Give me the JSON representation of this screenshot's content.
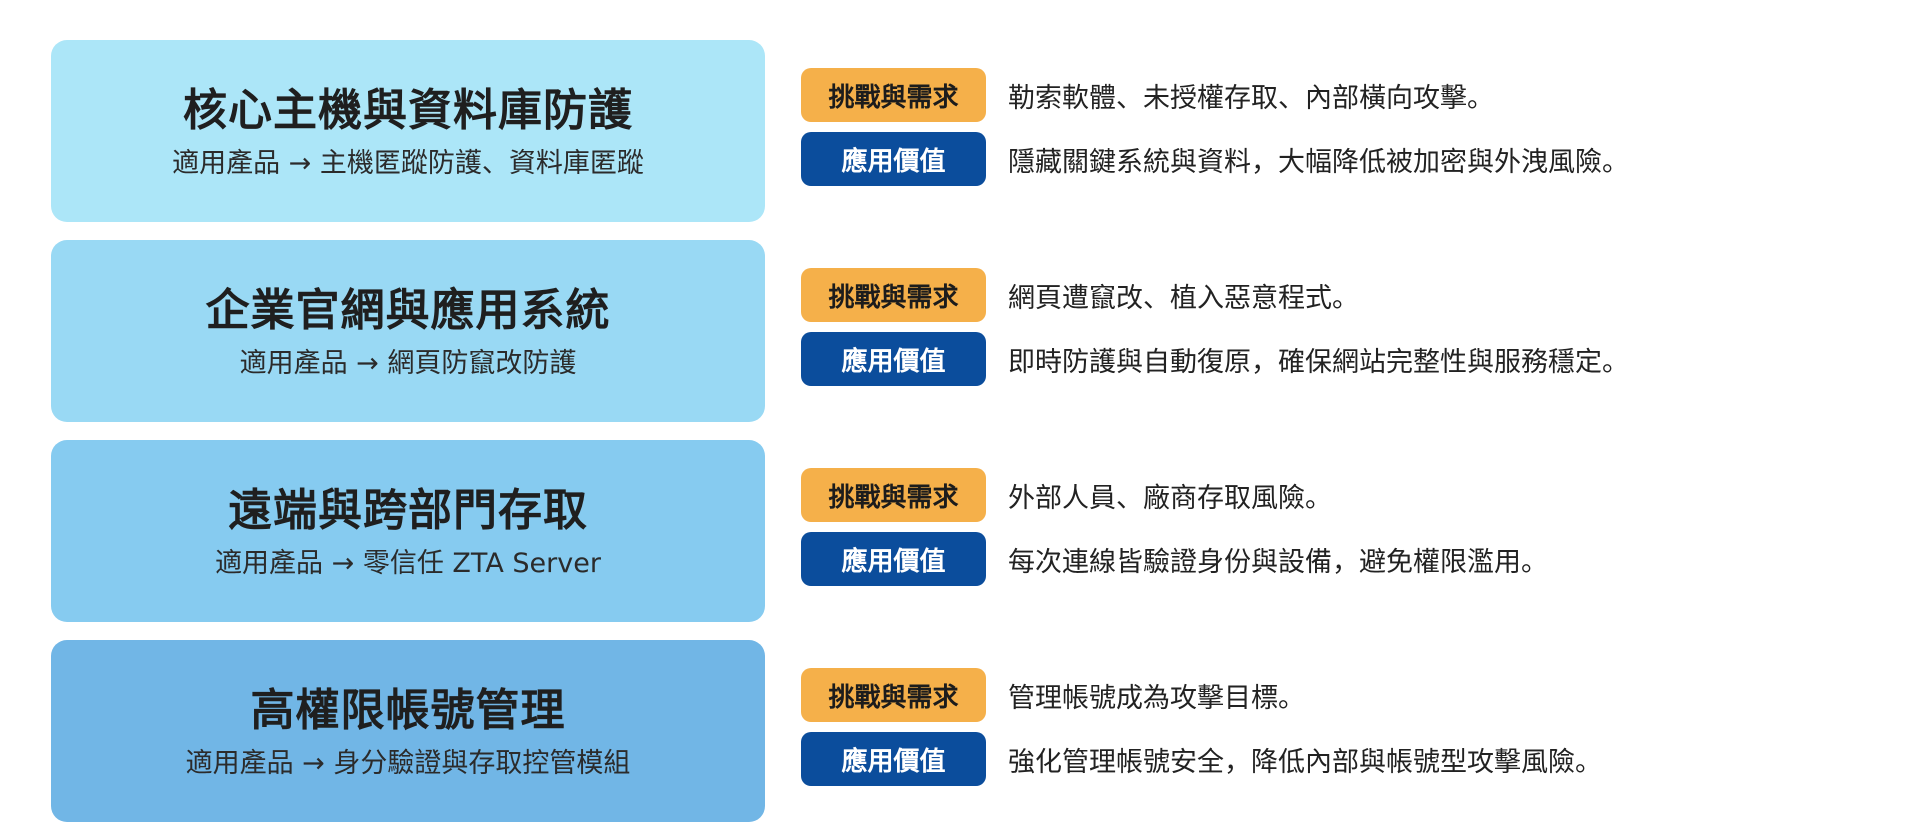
{
  "colors": {
    "card_1": "#ace6f8",
    "card_2": "#99d9f4",
    "card_3": "#86cbf0",
    "card_4": "#71b6e6",
    "challenge_badge": "#f5b04a",
    "value_badge": "#0b4d9c"
  },
  "labels": {
    "challenge": "挑戰與需求",
    "value": "應用價值"
  },
  "rows": [
    {
      "title": "核心主機與資料庫防護",
      "subtitle": "適用產品 → 主機匿蹤防護、資料庫匿蹤",
      "challenge": "勒索軟體、未授權存取、內部橫向攻擊。",
      "value": "隱藏關鍵系統與資料，大幅降低被加密與外洩風險。"
    },
    {
      "title": "企業官網與應用系統",
      "subtitle": "適用產品 → 網頁防竄改防護",
      "challenge": "網頁遭竄改、植入惡意程式。",
      "value": "即時防護與自動復原，確保網站完整性與服務穩定。"
    },
    {
      "title": "遠端與跨部門存取",
      "subtitle": "適用產品 → 零信任 ZTA Server",
      "challenge": "外部人員、廠商存取風險。",
      "value": "每次連線皆驗證身份與設備，避免權限濫用。"
    },
    {
      "title": "高權限帳號管理",
      "subtitle": "適用產品 → 身分驗證與存取控管模組",
      "challenge": "管理帳號成為攻擊目標。",
      "value": "強化管理帳號安全，降低內部與帳號型攻擊風險。"
    }
  ]
}
